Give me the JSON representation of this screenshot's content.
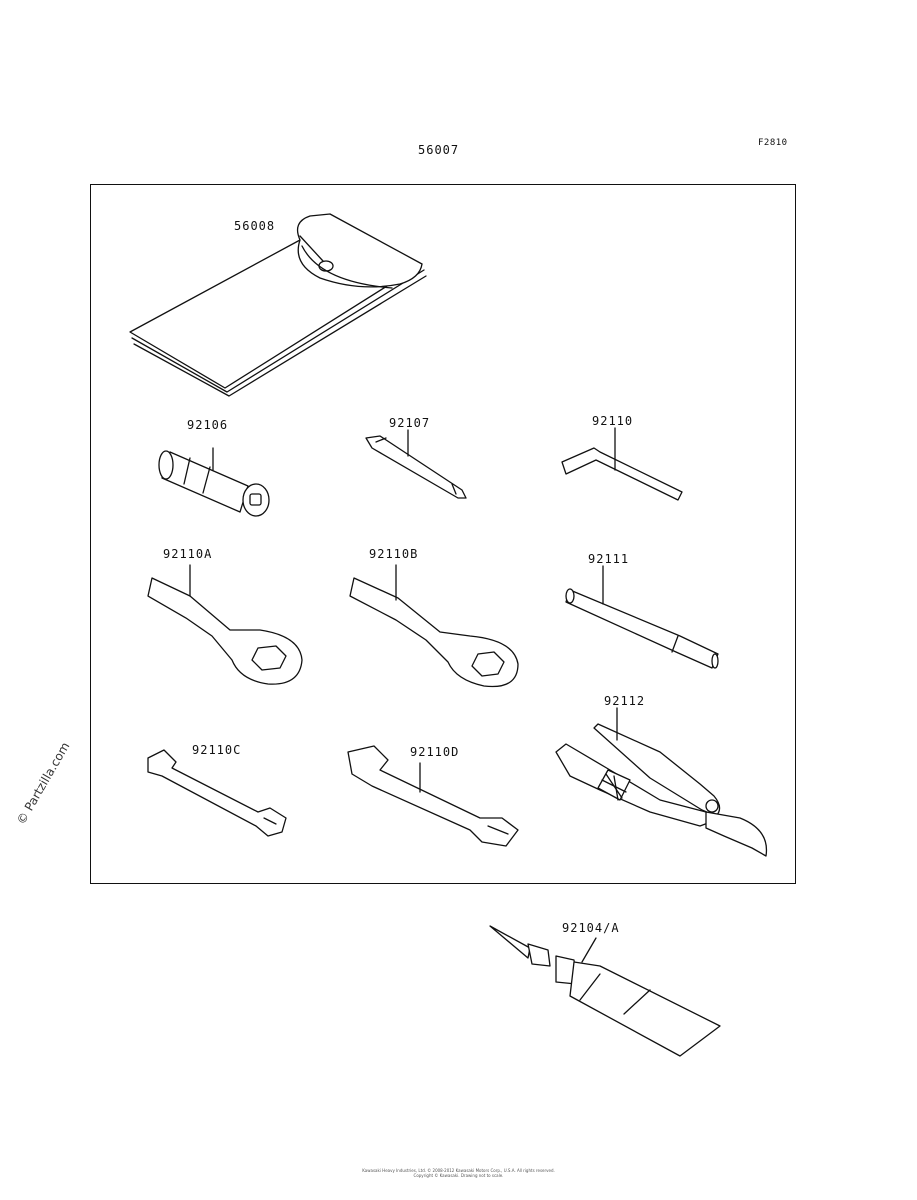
{
  "figure_code": "F2810",
  "assembly_part": "56007",
  "parts": {
    "pouch": "56008",
    "socket": "92106",
    "screwdriver": "92107",
    "hex_key": "92110",
    "ring_wrench_a": "92110A",
    "ring_wrench_b": "92110B",
    "handle": "92111",
    "pliers": "92112",
    "open_wrench_c": "92110C",
    "open_wrench_d": "92110D",
    "grease_tube": "92104/A"
  },
  "watermark": "© Partzilla.com",
  "footer": {
    "line1": "Kawasaki Heavy Industries, Ltd. © 2008-2012 Kawasaki Motors Corp., U.S.A. All rights reserved.",
    "line2": "Copyright © Kawasaki. Drawing not to scale."
  },
  "icons": {
    "pouch": "tool-pouch-icon",
    "socket": "socket-icon",
    "screwdriver": "screwdriver-icon",
    "hex_key": "hex-key-icon",
    "ring_wrench": "ring-wrench-icon",
    "handle": "extension-handle-icon",
    "pliers": "pliers-icon",
    "open_wrench": "open-end-wrench-icon",
    "grease_tube": "grease-tube-icon"
  }
}
